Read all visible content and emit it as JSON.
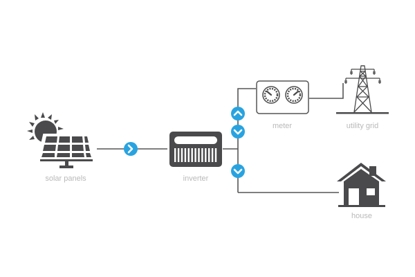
{
  "colors": {
    "icon": "#4a4a4c",
    "line": "#555557",
    "label": "#b9b9b9",
    "badge": "#29a3e0",
    "badge_glyph": "#ffffff"
  },
  "nodes": {
    "solar_panels": {
      "label": "solar panels",
      "icon": "solar-panel-sun-icon"
    },
    "inverter": {
      "label": "inverter",
      "icon": "inverter-icon"
    },
    "meter": {
      "label": "meter",
      "icon": "dual-gauge-meter-icon"
    },
    "utility_grid": {
      "label": "utility grid",
      "icon": "transmission-tower-icon"
    },
    "house": {
      "label": "house",
      "icon": "house-icon"
    }
  },
  "flow_badges": [
    {
      "id": "solar-to-inverter",
      "direction": "right",
      "icon": "chevron-right-icon"
    },
    {
      "id": "to-meter",
      "direction": "up",
      "icon": "chevron-up-icon"
    },
    {
      "id": "from-meter",
      "direction": "down",
      "icon": "chevron-down-icon"
    },
    {
      "id": "to-house",
      "direction": "down",
      "icon": "chevron-down-icon"
    }
  ]
}
